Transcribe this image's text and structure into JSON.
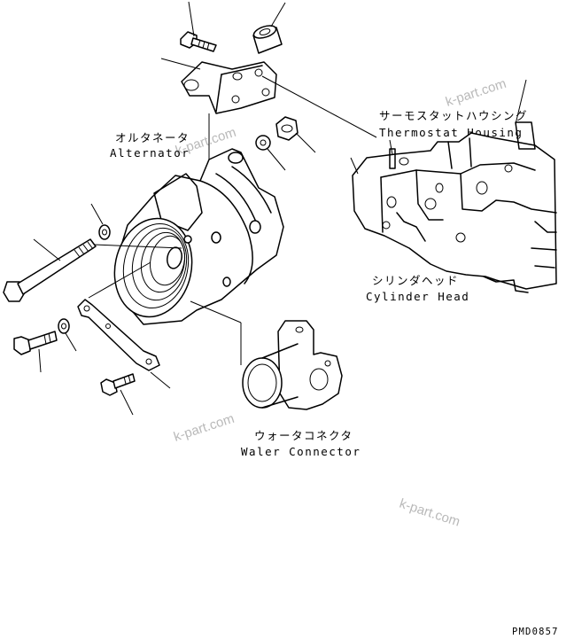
{
  "labels": {
    "alternator_jp": "オルタネータ",
    "alternator_en": "Alternator",
    "thermostat_jp": "サーモスタットハウシング",
    "thermostat_en": "Thermostat Housing",
    "cylinder_jp": "シリンダヘッド",
    "cylinder_en": "Cylinder Head",
    "connector_jp": "ウォータコネクタ",
    "connector_en": "Waler Connector"
  },
  "watermarks": [
    "k-part.com",
    "k-part.com",
    "k-part.com",
    "k-part.com"
  ],
  "page_number": "PMD0857"
}
